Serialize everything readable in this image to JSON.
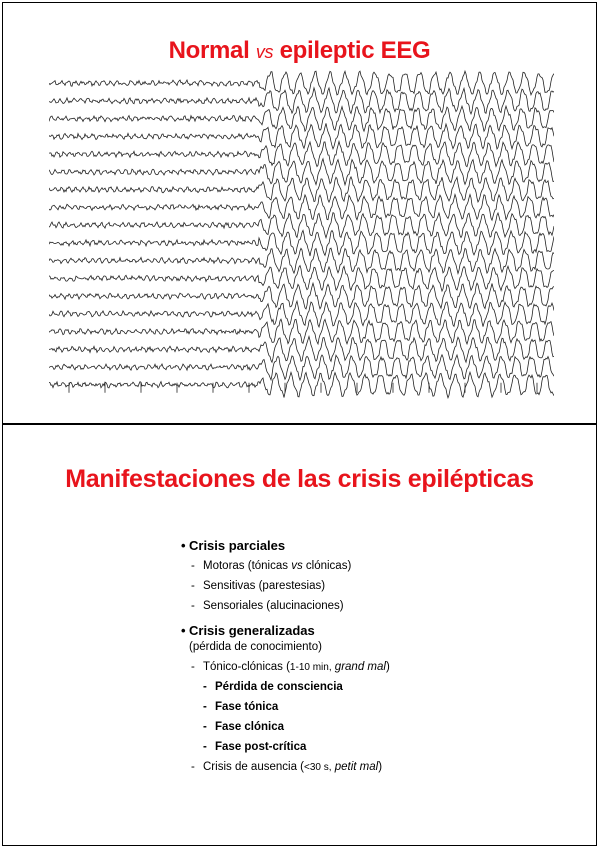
{
  "slide1": {
    "title_part1": "Normal",
    "title_vs": "vs",
    "title_part2": "epileptic EEG",
    "eeg_image": {
      "channels": 18,
      "description_icon": "eeg-trace-image"
    }
  },
  "slide2": {
    "title": "Manifestaciones de las crisis epilépticas",
    "bullets": [
      {
        "label": "Crisis parciales",
        "items": [
          {
            "pre": "Motoras (tónicas ",
            "italic": "vs",
            "post": " clónicas)"
          },
          {
            "pre": "Sensitivas (parestesias)",
            "italic": "",
            "post": ""
          },
          {
            "pre": "Sensoriales (alucinaciones)",
            "italic": "",
            "post": ""
          }
        ]
      },
      {
        "label": "Crisis generalizadas",
        "note": "(pérdida de conocimiento)",
        "items": [
          {
            "pre": "Tónico-clónicas (",
            "small": "1-10 min,",
            "italic": " grand mal",
            "post": ")",
            "subitems": [
              "Pérdida de consciencia",
              "Fase tónica",
              "Fase clónica",
              "Fase post-crítica"
            ]
          },
          {
            "pre": "Crisis de ausencia (",
            "small": "<30 s,",
            "italic": " petit mal",
            "post": ")"
          }
        ]
      }
    ]
  },
  "colors": {
    "title": "#e8141c",
    "text": "#000000",
    "border": "#000000"
  }
}
